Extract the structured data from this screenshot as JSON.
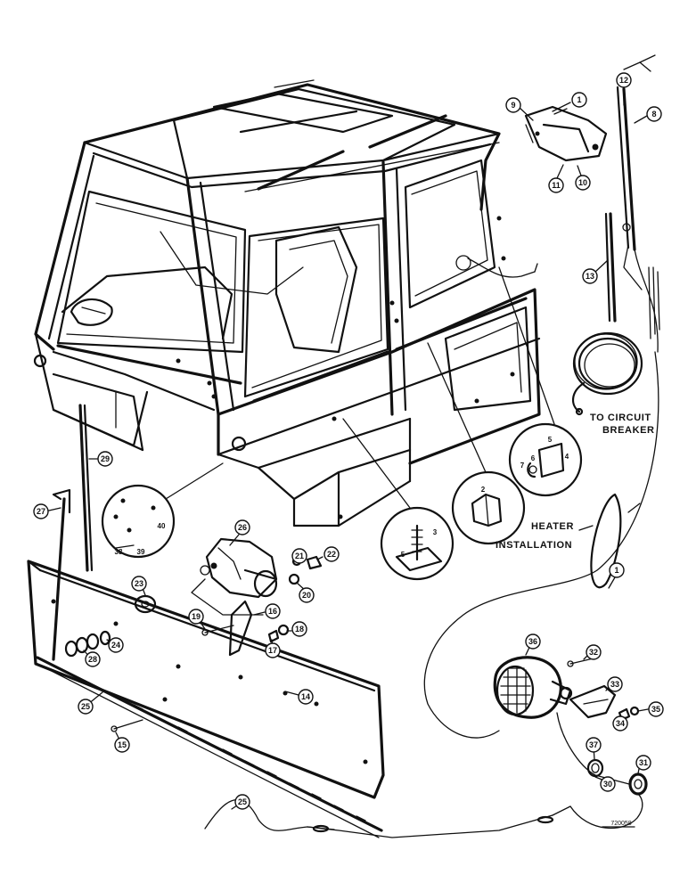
{
  "labels": {
    "to_circuit_line1": "TO CIRCUIT",
    "to_circuit_line2": "BREAKER",
    "heater_line1": "HEATER",
    "heater_line2": "INSTALLATION",
    "figure_ref": "720058"
  },
  "callouts": {
    "c1a": "1",
    "c12": "12",
    "c9": "9",
    "c8": "8",
    "c11": "11",
    "c10": "10",
    "c13": "13",
    "c1b": "1",
    "c29": "29",
    "c27": "27",
    "c26": "26",
    "c21": "21",
    "c22": "22",
    "c20": "20",
    "c23": "23",
    "c16": "16",
    "c19": "19",
    "c18": "18",
    "c17": "17",
    "c24": "24",
    "c28": "28",
    "c14": "14",
    "c25a": "25",
    "c15": "15",
    "c25b": "25",
    "c36": "36",
    "c32": "32",
    "c33": "33",
    "c35": "35",
    "c34": "34",
    "c37": "37",
    "c31": "31",
    "c30": "30"
  },
  "detail_numbers": {
    "d38": "38",
    "d39": "39",
    "d40": "40",
    "d2": "2",
    "d3": "3",
    "d5a": "5",
    "d4": "4",
    "d5b": "5",
    "d6": "6",
    "d7": "7"
  },
  "icons": {
    "cab_frame": "cab-frame-icon",
    "wiper_motor_top": "wiper-motor-icon",
    "wiper_arm": "wiper-arm-icon",
    "wiper_blade": "wiper-blade-icon",
    "wire_coil": "wire-coil-icon",
    "lower_wiper_motor": "wiper-motor-icon",
    "panel": "panel-icon",
    "light": "work-light-icon"
  }
}
